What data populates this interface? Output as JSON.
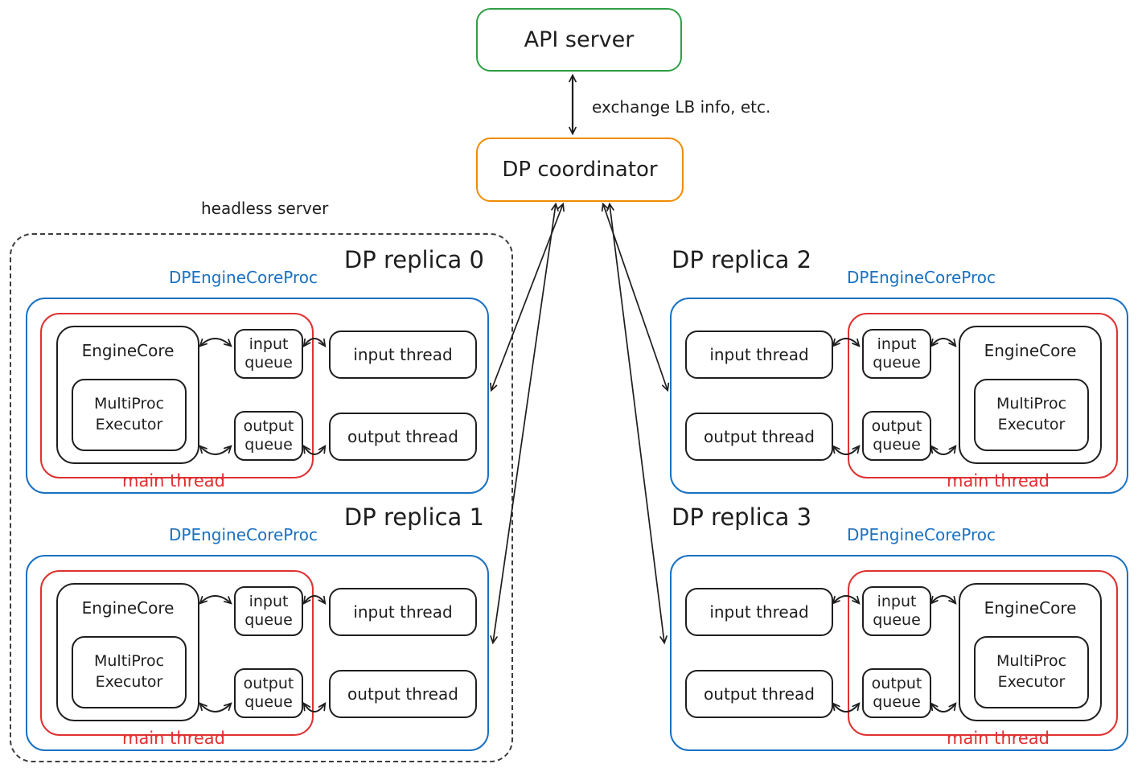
{
  "colors": {
    "green": "#2f9e44",
    "orange": "#f08c00",
    "blue": "#1971c2",
    "red": "#e03131",
    "ink": "#1e1e1e"
  },
  "api_server": {
    "label": "API server"
  },
  "coordinator": {
    "label": "DP coordinator"
  },
  "api_coordinator_link": {
    "label": "exchange LB info, etc."
  },
  "headless_server": {
    "label": "headless server"
  },
  "replicas": [
    {
      "title": "DP replica 0",
      "proc_label": "DPEngineCoreProc",
      "orientation": "left",
      "boxes": {
        "engine_core": "EngineCore",
        "executor": "MultiProc Executor",
        "input_queue": "input queue",
        "output_queue": "output queue",
        "input_thread": "input thread",
        "output_thread": "output thread"
      },
      "main_thread_label": "main thread"
    },
    {
      "title": "DP replica 1",
      "proc_label": "DPEngineCoreProc",
      "orientation": "left",
      "boxes": {
        "engine_core": "EngineCore",
        "executor": "MultiProc Executor",
        "input_queue": "input queue",
        "output_queue": "output queue",
        "input_thread": "input thread",
        "output_thread": "output thread"
      },
      "main_thread_label": "main thread"
    },
    {
      "title": "DP replica 2",
      "proc_label": "DPEngineCoreProc",
      "orientation": "right",
      "boxes": {
        "engine_core": "EngineCore",
        "executor": "MultiProc Executor",
        "input_queue": "input queue",
        "output_queue": "output queue",
        "input_thread": "input thread",
        "output_thread": "output thread"
      },
      "main_thread_label": "main thread"
    },
    {
      "title": "DP replica 3",
      "proc_label": "DPEngineCoreProc",
      "orientation": "right",
      "boxes": {
        "engine_core": "EngineCore",
        "executor": "MultiProc Executor",
        "input_queue": "input queue",
        "output_queue": "output queue",
        "input_thread": "input thread",
        "output_thread": "output thread"
      },
      "main_thread_label": "main thread"
    }
  ]
}
